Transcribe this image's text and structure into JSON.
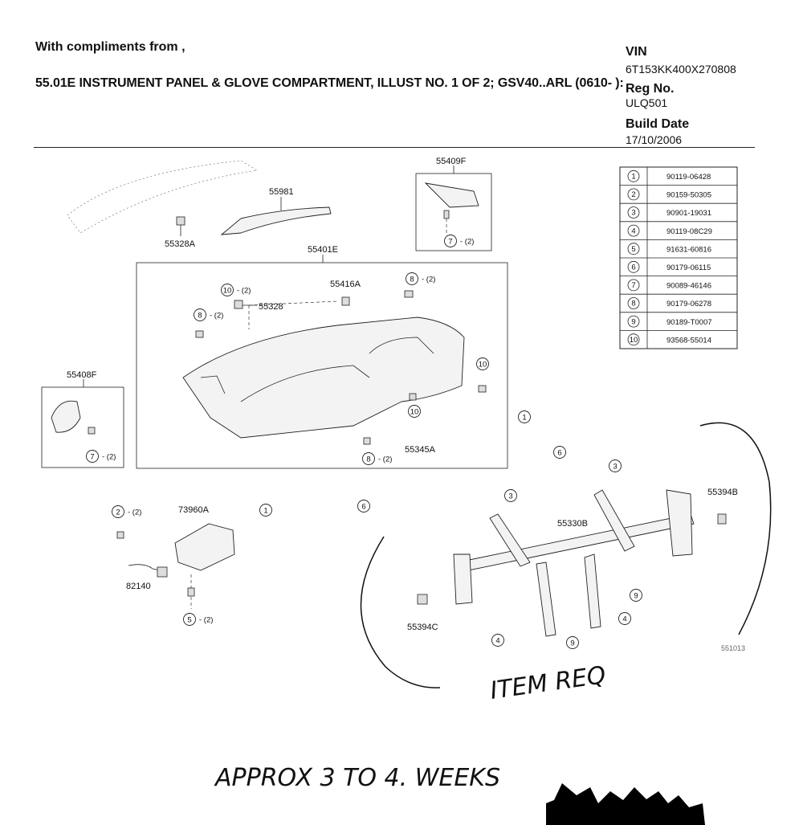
{
  "header": {
    "compliments": "With compliments from ,",
    "title": "55.01E INSTRUMENT PANEL & GLOVE COMPARTMENT, ILLUST NO. 1 OF 2; GSV40..ARL (0610- ):"
  },
  "vehicle": {
    "vin_label": "VIN",
    "vin": "6T153KK400X270808",
    "rego_label": "Reg No.",
    "rego": "ULQ501",
    "build_label": "Build Date",
    "build_date": "17/10/2006"
  },
  "parts_table": [
    {
      "no": "1",
      "part": "90119-06428"
    },
    {
      "no": "2",
      "part": "90159-50305"
    },
    {
      "no": "3",
      "part": "90901-19031"
    },
    {
      "no": "4",
      "part": "90119-08C29"
    },
    {
      "no": "5",
      "part": "91631-60816"
    },
    {
      "no": "6",
      "part": "90179-06115"
    },
    {
      "no": "7",
      "part": "90089-46146"
    },
    {
      "no": "8",
      "part": "90179-06278"
    },
    {
      "no": "9",
      "part": "90189-T0007"
    },
    {
      "no": "10",
      "part": "93568-55014"
    }
  ],
  "labels": {
    "p55409F": "55409F",
    "p55981": "55981",
    "p55328A": "55328A",
    "p55401E": "55401E",
    "p55416A": "55416A",
    "p55328": "55328",
    "p55408F": "55408F",
    "p55345A": "55345A",
    "p73960A": "73960A",
    "p82140": "82140",
    "p55330B": "55330B",
    "p55394B": "55394B",
    "p55394C": "55394C",
    "illus_no": "551013",
    "qty2": "(2)"
  },
  "callouts": {
    "c1": "1",
    "c2": "2",
    "c3": "3",
    "c4": "4",
    "c5": "5",
    "c6": "6",
    "c7": "7",
    "c8": "8",
    "c9": "9",
    "c10": "10"
  },
  "handwriting": {
    "item_req": "ITEM REQ",
    "approx": "APPROX   3 TO 4.  WEEKS"
  }
}
